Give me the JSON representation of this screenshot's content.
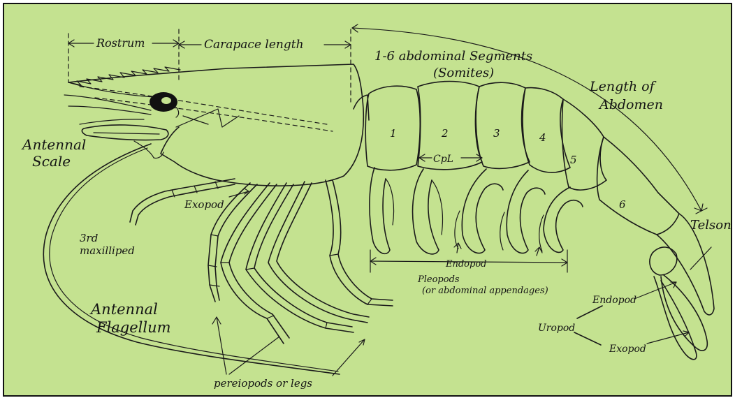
{
  "colors": {
    "background": "#c4e290",
    "ink": "#1a1a1a"
  },
  "measurements": {
    "rostrum": "Rostrum",
    "carapace_length": "Carapace length",
    "abdominal_segments_line1": "1-6 abdominal Segments",
    "abdominal_segments_line2": "(Somites)",
    "length_of_abdomen_line1": "Length of",
    "length_of_abdomen_line2": "Abdomen",
    "cpl": "CpL"
  },
  "segment_numbers": [
    "1",
    "2",
    "3",
    "4",
    "5",
    "6"
  ],
  "labels": {
    "antennal_scale_line1": "Antennal",
    "antennal_scale_line2": "Scale",
    "exopod_leg": "Exopod",
    "third_maxilliped_line1": "3rd",
    "third_maxilliped_line2": "maxilliped",
    "antennal_flagellum_line1": "Antennal",
    "antennal_flagellum_line2": "Flagellum",
    "pereiopods": "pereiopods or legs",
    "pleopod_endopod": "Endopod",
    "pleopods_line1": "Pleopods",
    "pleopods_line2": "(or abdominal appendages)",
    "telson": "Telson",
    "uropod": "Uropod",
    "uropod_endopod": "Endopod",
    "uropod_exopod": "Exopod"
  }
}
